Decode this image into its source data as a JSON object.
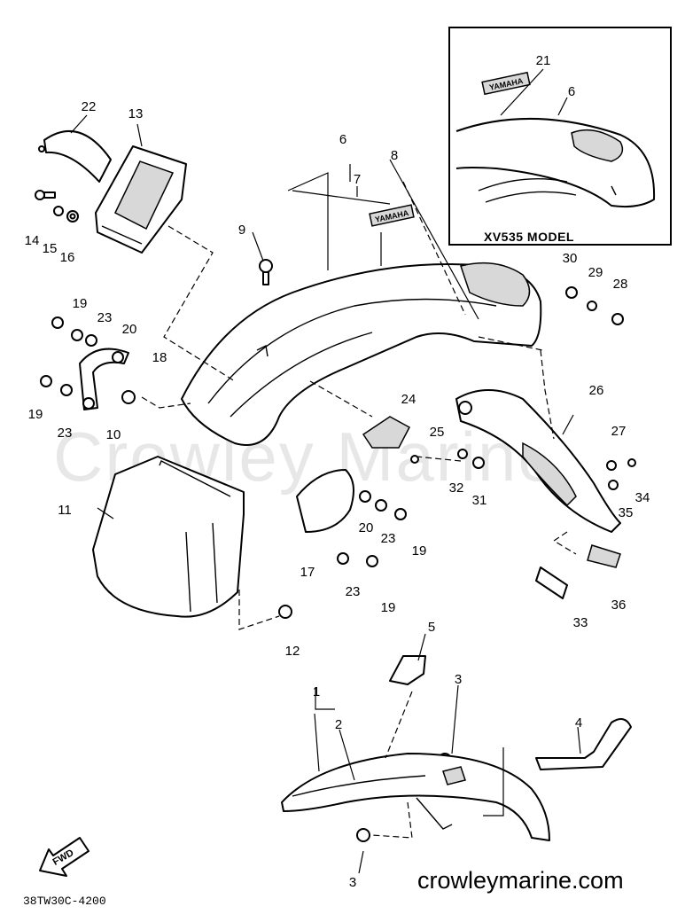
{
  "diagram": {
    "inset_label": "XV535 MODEL",
    "decal_text": "YAMAHA",
    "fwd_label": "FWD",
    "watermark": "Crowley Marine",
    "part_code": "38TW30C-4200",
    "site": "crowleymarine.com",
    "callouts": [
      "1",
      "2",
      "3",
      "3",
      "4",
      "5",
      "6",
      "6",
      "7",
      "8",
      "9",
      "10",
      "11",
      "12",
      "13",
      "14",
      "15",
      "16",
      "17",
      "18",
      "19",
      "19",
      "19",
      "19",
      "20",
      "20",
      "21",
      "22",
      "23",
      "23",
      "23",
      "23",
      "24",
      "25",
      "26",
      "27",
      "28",
      "29",
      "30",
      "31",
      "32",
      "33",
      "34",
      "35",
      "36"
    ]
  }
}
